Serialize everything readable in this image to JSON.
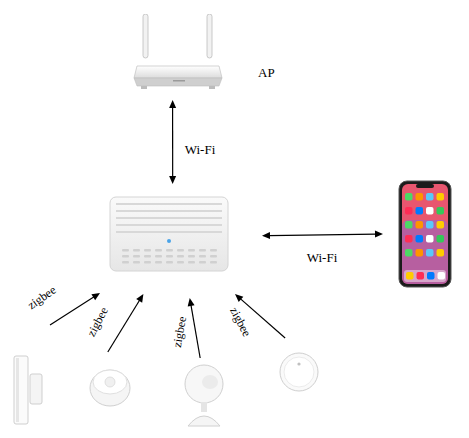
{
  "diagram": {
    "nodes": [
      {
        "text": [
          "AP"
        ]
      },
      {
        "text": []
      },
      {
        "text": []
      },
      {
        "text": []
      },
      {
        "text": []
      },
      {
        "text": []
      },
      {
        "text": []
      }
    ],
    "edges": [
      {
        "from": 0,
        "to": 1,
        "arrow": "both",
        "label": "Wi-Fi"
      },
      {
        "from": 1,
        "to": 2,
        "arrow": "both",
        "label": "Wi-Fi"
      },
      {
        "from": 3,
        "to": 1,
        "arrow": "to",
        "label": "zigbee"
      },
      {
        "from": 4,
        "to": 1,
        "arrow": "to",
        "label": "zigbee"
      },
      {
        "from": 5,
        "to": 1,
        "arrow": "to",
        "label": "zigbee"
      },
      {
        "from": 6,
        "to": 1,
        "arrow": "to",
        "label": "zigbee"
      }
    ]
  }
}
